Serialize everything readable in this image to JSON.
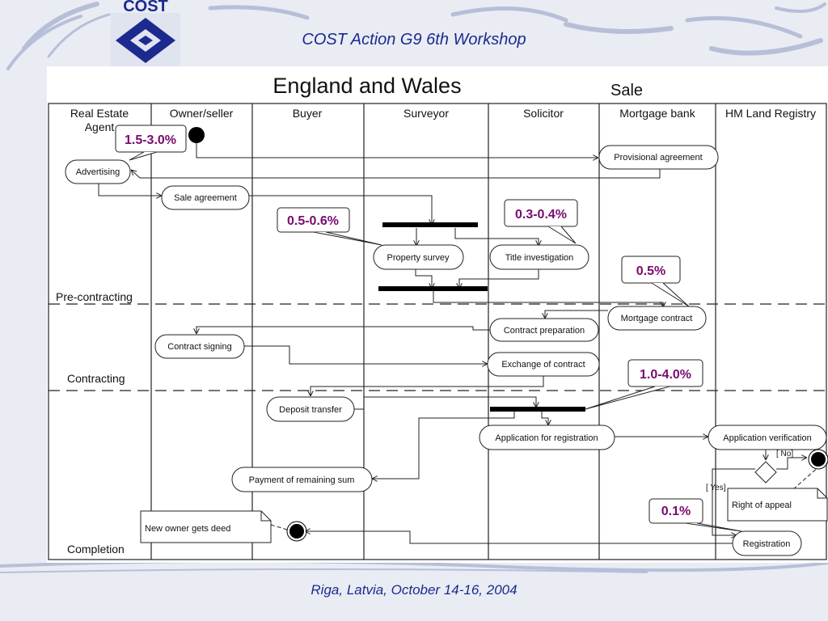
{
  "header": {
    "title": "COST Action G9 6th Workshop",
    "logo_text": "COST"
  },
  "footer": {
    "text": "Riga, Latvia, October  14-16, 2004"
  },
  "diagram": {
    "title": "England and Wales",
    "subtitle": "Sale",
    "lanes": {
      "agent_1": "Real Estate",
      "agent_2": "Agent",
      "owner": "Owner/seller",
      "buyer": "Buyer",
      "surveyor": "Surveyor",
      "solicitor": "Solicitor",
      "mortgage": "Mortgage bank",
      "registry": "HM Land Registry"
    },
    "phases": {
      "pre": "Pre-contracting",
      "contracting": "Contracting",
      "completion": "Completion"
    },
    "activities": {
      "advertising": "Advertising",
      "provisional": "Provisional agreement",
      "sale_agreement": "Sale agreement",
      "property_survey": "Property survey",
      "title_investigation": "Title investigation",
      "mortgage_contract": "Mortgage contract",
      "contract_preparation": "Contract preparation",
      "contract_signing": "Contract signing",
      "exchange": "Exchange of contract",
      "deposit": "Deposit transfer",
      "application_registration": "Application for registration",
      "application_verification": "Application verification",
      "payment": "Payment of remaining sum",
      "registration": "Registration"
    },
    "notes": {
      "new_owner": "New owner gets deed",
      "right_of_appeal": "Right of appeal"
    },
    "guards": {
      "no": "[ No]",
      "yes": "[ Yes]"
    },
    "callouts": {
      "c1": "1.5-3.0%",
      "c2": "0.5-0.6%",
      "c3": "0.3-0.4%",
      "c4": "0.5%",
      "c5": "1.0-4.0%",
      "c6": "0.1%"
    },
    "colors": {
      "callout_text": "#7a0a6e",
      "header_text": "#1c2a8f"
    }
  }
}
